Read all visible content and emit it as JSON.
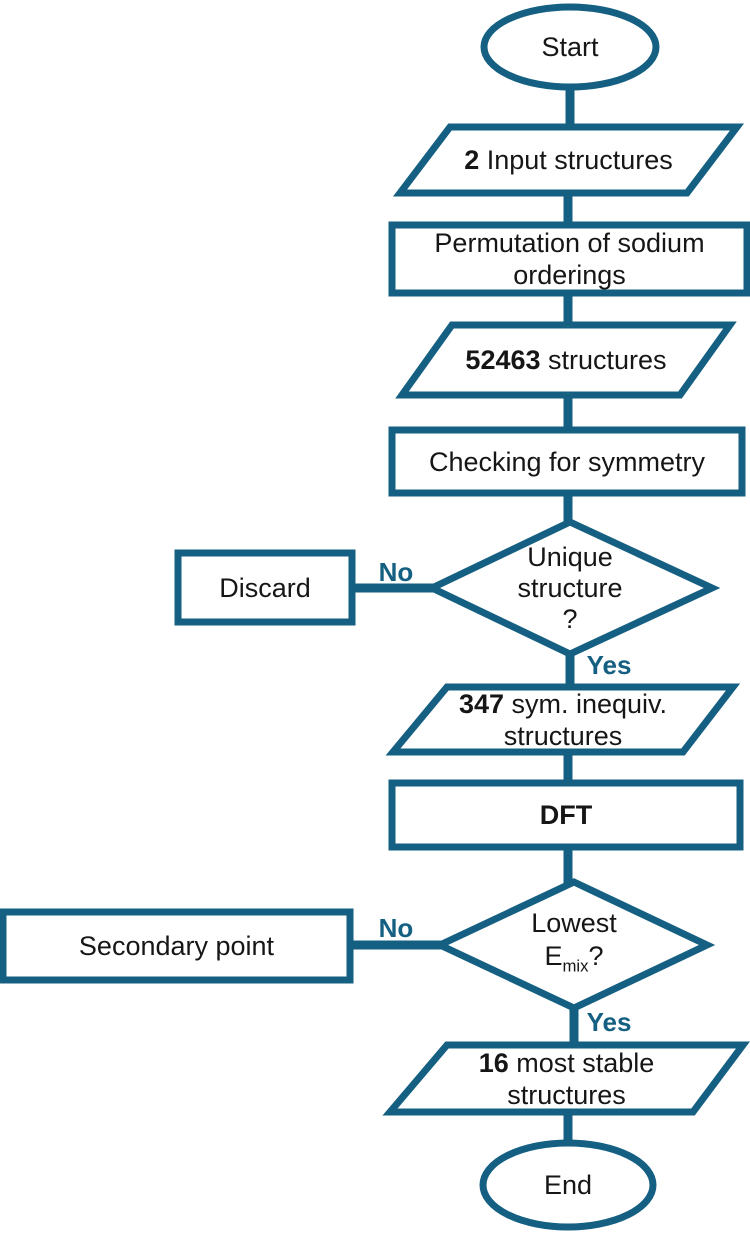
{
  "colors": {
    "accent": "#156082",
    "fill": "#ffffff",
    "text": "#161616",
    "background": "#ffffff"
  },
  "nodes": {
    "start": {
      "label": "Start"
    },
    "input": {
      "number": "2",
      "rest": " Input structures"
    },
    "permutation": {
      "line1": "Permutation of sodium",
      "line2": "orderings"
    },
    "all_structures": {
      "number": "52463",
      "rest": " structures"
    },
    "symmetry": {
      "label": "Checking for symmetry"
    },
    "unique_decision": {
      "line1": "Unique",
      "line2": "structure",
      "line3": "?"
    },
    "discard": {
      "label": "Discard"
    },
    "inequiv": {
      "number": "347",
      "rest": " sym. inequiv.",
      "line2": "structures"
    },
    "dft": {
      "label": "DFT"
    },
    "lowest_decision": {
      "line1": "Lowest",
      "symbol": "E",
      "subscript": "mix",
      "question": "?"
    },
    "secondary": {
      "label": "Secondary point"
    },
    "stable": {
      "number": "16",
      "rest": " most stable",
      "line2": "structures"
    },
    "end": {
      "label": "End"
    }
  },
  "edges": {
    "unique_no": "No",
    "unique_yes": "Yes",
    "lowest_no": "No",
    "lowest_yes": "Yes"
  }
}
